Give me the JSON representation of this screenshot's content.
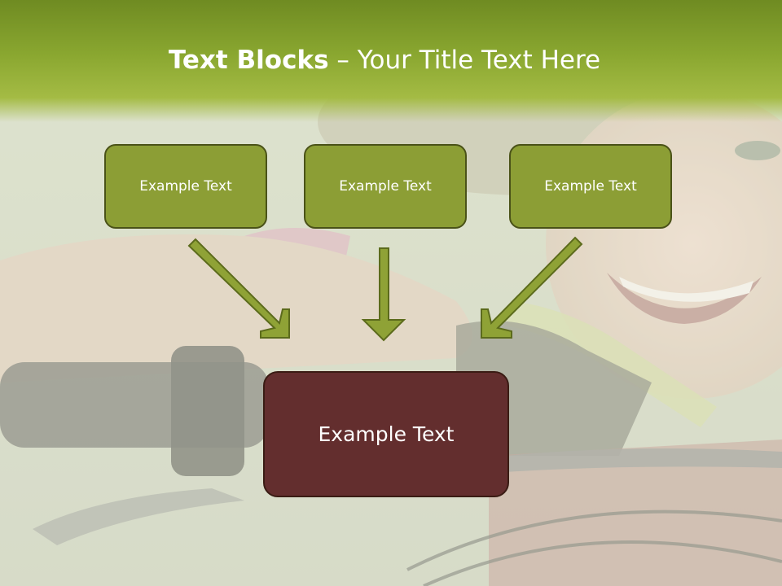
{
  "slide": {
    "title_bold": "Text Blocks",
    "title_dash": " – ",
    "title_rest": "Your Title Text Here",
    "blocks": [
      {
        "label": "Example Text"
      },
      {
        "label": "Example Text"
      },
      {
        "label": "Example Text"
      }
    ],
    "target_block": {
      "label": "Example Text"
    }
  },
  "colors": {
    "header": "#8aa730",
    "block_fill": "#8c9e35",
    "block_border": "#4a5218",
    "target_fill": "#632e2e",
    "arrow_fill": "#8fa236"
  }
}
